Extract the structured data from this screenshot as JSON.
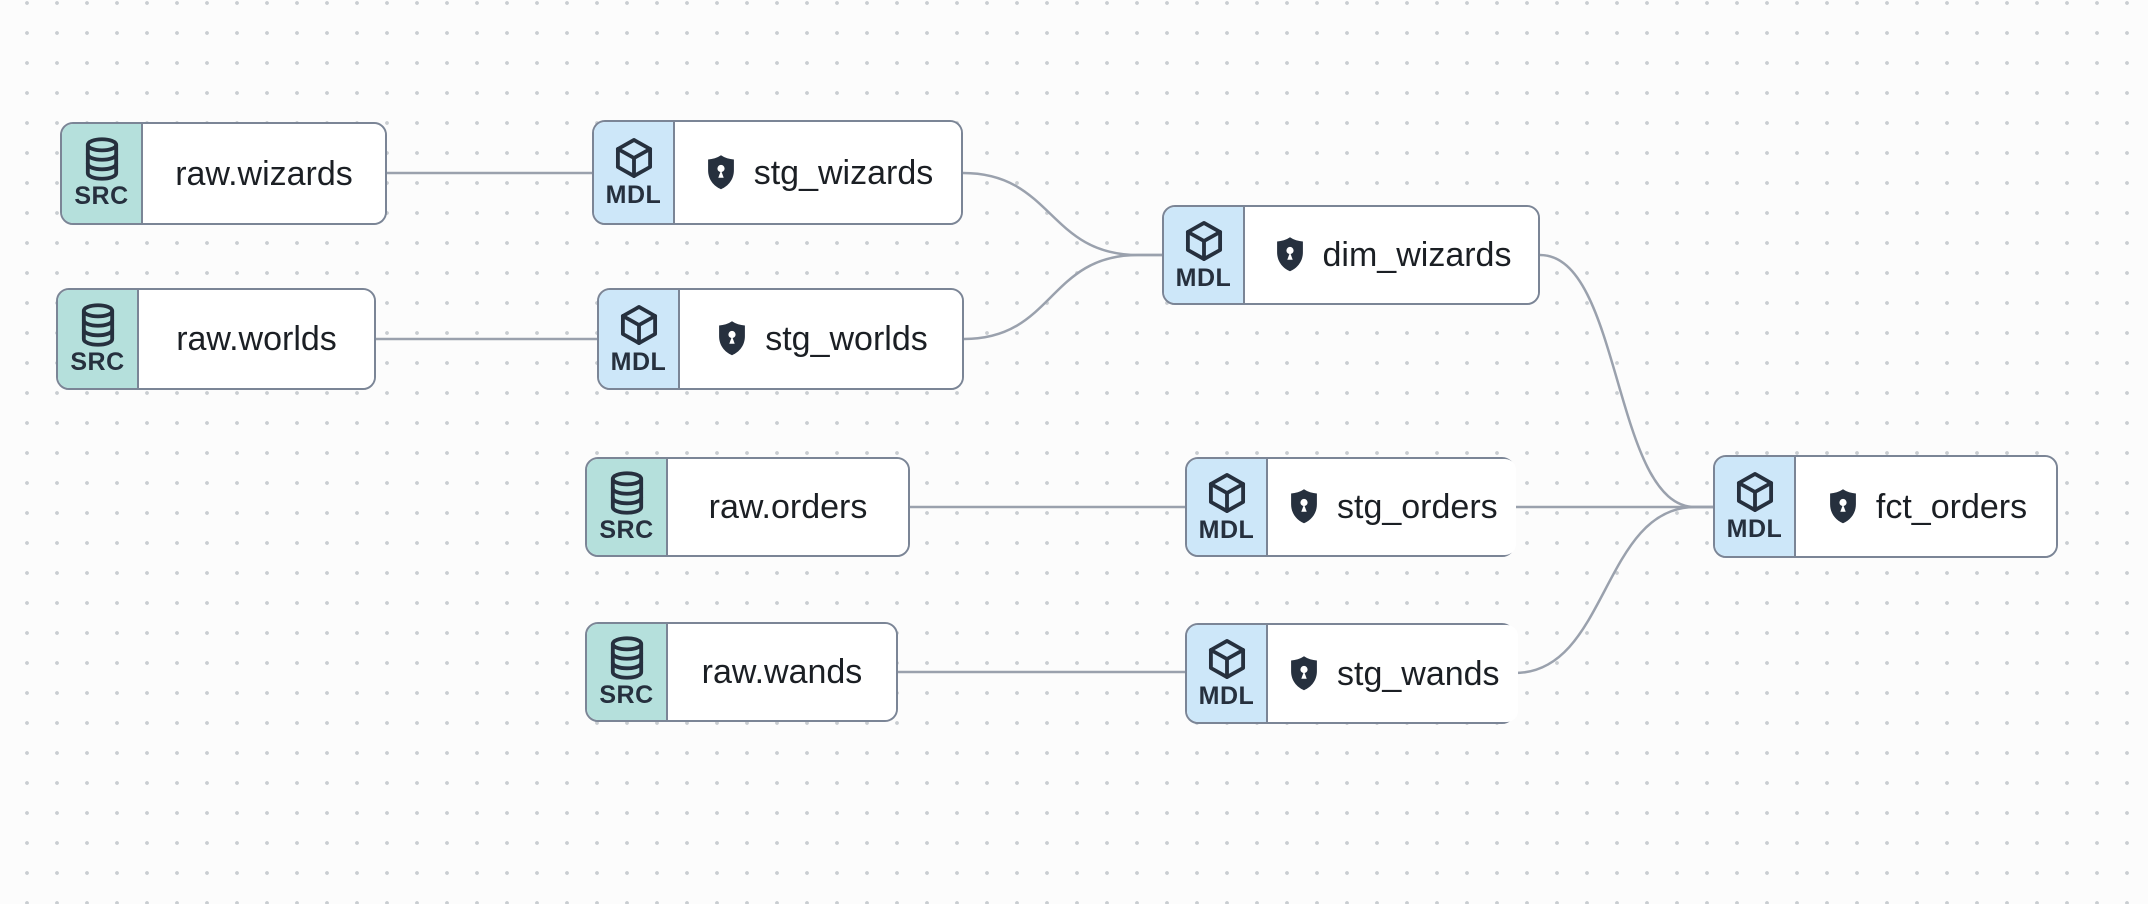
{
  "app": {
    "view_name": "data lineage graph"
  },
  "colors": {
    "canvas_bg": "#fcfcfc",
    "dot": "#c9cdd1",
    "src_badge_bg": "#b5e0dc",
    "mdl_badge_bg": "#cde7f9",
    "node_border": "#7b8596",
    "node_bg": "#ffffff",
    "icon_dark": "#26303e",
    "edge": "#9aa1ad",
    "label_text": "#1b1f24"
  },
  "nodes": {
    "raw_wizards": {
      "type_label": "SRC",
      "label": "raw.wizards",
      "icon": "database-icon",
      "shield": false
    },
    "raw_worlds": {
      "type_label": "SRC",
      "label": "raw.worlds",
      "icon": "database-icon",
      "shield": false
    },
    "raw_orders": {
      "type_label": "SRC",
      "label": "raw.orders",
      "icon": "database-icon",
      "shield": false
    },
    "raw_wands": {
      "type_label": "SRC",
      "label": "raw.wands",
      "icon": "database-icon",
      "shield": false
    },
    "stg_wizards": {
      "type_label": "MDL",
      "label": "stg_wizards",
      "icon": "cube-icon",
      "shield": true
    },
    "stg_worlds": {
      "type_label": "MDL",
      "label": "stg_worlds",
      "icon": "cube-icon",
      "shield": true
    },
    "stg_orders": {
      "type_label": "MDL",
      "label": "stg_orders",
      "icon": "cube-icon",
      "shield": true
    },
    "stg_wands": {
      "type_label": "MDL",
      "label": "stg_wands",
      "icon": "cube-icon",
      "shield": true
    },
    "dim_wizards": {
      "type_label": "MDL",
      "label": "dim_wizards",
      "icon": "cube-icon",
      "shield": true
    },
    "fct_orders": {
      "type_label": "MDL",
      "label": "fct_orders",
      "icon": "cube-icon",
      "shield": true
    }
  },
  "edges": [
    {
      "from": "raw_wizards",
      "to": "stg_wizards"
    },
    {
      "from": "raw_worlds",
      "to": "stg_worlds"
    },
    {
      "from": "raw_orders",
      "to": "stg_orders"
    },
    {
      "from": "raw_wands",
      "to": "stg_wands"
    },
    {
      "from": "stg_wizards",
      "to": "dim_wizards"
    },
    {
      "from": "stg_worlds",
      "to": "dim_wizards"
    },
    {
      "from": "dim_wizards",
      "to": "fct_orders"
    },
    {
      "from": "stg_orders",
      "to": "fct_orders"
    },
    {
      "from": "stg_wands",
      "to": "fct_orders"
    }
  ]
}
